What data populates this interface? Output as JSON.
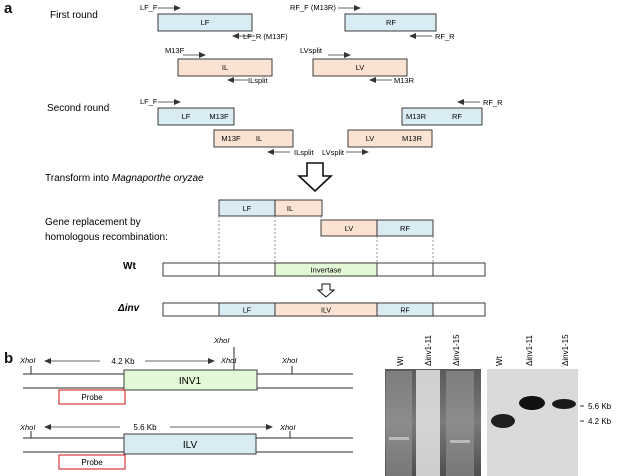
{
  "panel_a": {
    "letter": "a",
    "first_round": {
      "heading": "First round",
      "primers": {
        "lf_f": "LF_F",
        "lf_r": "LF_R (M13F)",
        "rf_f": "RF_F (M13R)",
        "rf_r": "RF_R",
        "m13f": "M13F",
        "ilsplit": "ILsplit",
        "lvsplit": "LVsplit",
        "m13r": "M13R"
      },
      "fragments": {
        "lf": "LF",
        "rf": "RF",
        "il": "IL",
        "lv": "LV"
      }
    },
    "second_round": {
      "heading": "Second round",
      "primers": {
        "lf_f": "LF_F",
        "rf_r": "RF_R",
        "ilsplit": "ILsplit",
        "lvsplit": "LVsplit"
      },
      "left_upper": {
        "a": "LF",
        "b": "M13F"
      },
      "left_lower": {
        "a": "M13F",
        "b": "IL"
      },
      "right_upper": {
        "a": "M13R",
        "b": "RF"
      },
      "right_lower": {
        "a": "LV",
        "b": "M13R"
      }
    },
    "transform_line": {
      "prefix": "Transform into ",
      "species": "Magnaporthe oryzae"
    },
    "gene_replacement": {
      "line1": "Gene replacement by",
      "line2": "homologous recombination:",
      "top_row": {
        "lf": "LF",
        "il": "IL"
      },
      "bottom_row": {
        "lv": "LV",
        "rf": "RF"
      }
    },
    "wt": {
      "label": "Wt",
      "invertase": "Invertase"
    },
    "dinv": {
      "label": "Δinv",
      "lf": "LF",
      "ilv": "ILV",
      "rf": "RF"
    }
  },
  "panel_b": {
    "letter": "b",
    "map1": {
      "xhoi_left": "XhoI",
      "xhoi_mid": "XhoI",
      "xhoi_mid_top": "XhoI",
      "xhoi_right": "XhoI",
      "distance": "4.2 Kb",
      "gene": "INV1",
      "probe": "Probe"
    },
    "map2": {
      "xhoi_left": "XhoI",
      "xhoi_right": "XhoI",
      "distance": "5.6 Kb",
      "gene": "ILV",
      "probe": "Probe"
    },
    "gel_lanes": [
      "Wt",
      "Δinv1-11",
      "Δinv1-15"
    ],
    "blot_lanes": [
      "Wt",
      "Δinv1-11",
      "Δinv1-15"
    ],
    "size_markers": [
      "5.6 Kb",
      "4.2 Kb"
    ]
  },
  "colors": {
    "blue_fill": "#d9ecf3",
    "peach_fill": "#fbe3d3",
    "green_fill": "#e3f8d6",
    "probe_border": "#d9353a",
    "outline": "#2a2a2a"
  }
}
